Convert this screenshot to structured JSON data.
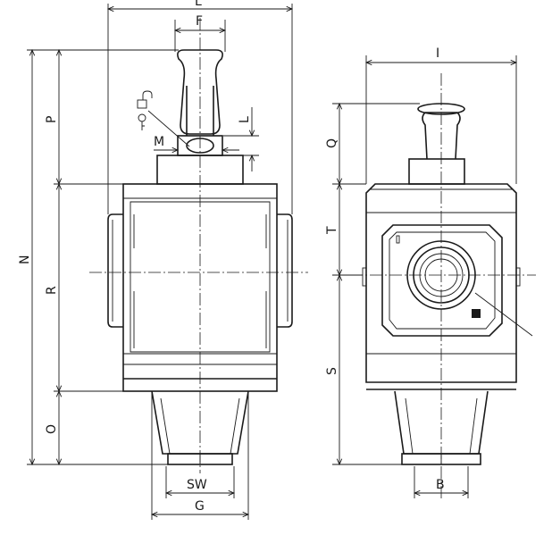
{
  "labels": {
    "top_width": "L",
    "stem_width": "F",
    "nut_height": "L",
    "nut_width": "M",
    "handle_height": "P",
    "overall_height": "N",
    "body_height": "R",
    "bottom_height": "O",
    "side_width": "I",
    "side_handle_height": "Q",
    "side_top_height": "T",
    "side_bottom_height": "S",
    "port_label": "SW",
    "base_width": "G",
    "side_base_width": "B"
  }
}
